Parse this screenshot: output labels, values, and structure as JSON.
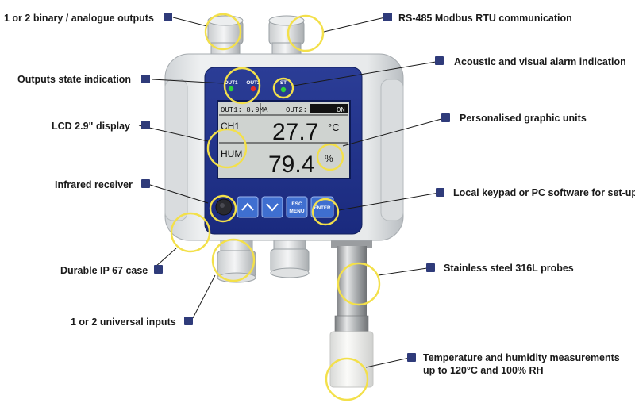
{
  "callouts": {
    "outputs": "1 or 2 binary / analogue outputs",
    "rs485": "RS-485 Modbus RTU communication",
    "outputs_state": "Outputs state indication",
    "alarm": "Acoustic and visual alarm indication",
    "lcd": "LCD 2.9\" display",
    "units": "Personalised graphic units",
    "infrared": "Infrared receiver",
    "keypad": "Local keypad or PC software for set-up",
    "case": "Durable IP 67 case",
    "probes": "Stainless steel 316L probes",
    "inputs": "1 or 2 universal inputs",
    "measure_line1": "Temperature and humidity measurements",
    "measure_line2": "up to 120°C and 100% RH"
  },
  "device": {
    "led_out1": "OUT1",
    "led_out2": "OUT2",
    "led_st": "ST",
    "status_bar": {
      "out1": "OUT1: 8.9MA",
      "out2": "OUT2:",
      "out2_state": "ON"
    },
    "channel1": {
      "label": "CH1",
      "value": "27.7",
      "unit": "°C"
    },
    "channel2": {
      "label": "HUM",
      "value": "79.4",
      "unit": "%"
    },
    "keys": {
      "esc_line1": "ESC",
      "esc_line2": "MENU",
      "enter": "ENTER"
    }
  },
  "colors": {
    "accent": "#2f3b7a",
    "highlight": "#f3e04a",
    "panel": "#1e2f8a",
    "lcd_bg": "#cfd3d0",
    "led_green": "#2fd23a",
    "led_red": "#e02a2a"
  }
}
